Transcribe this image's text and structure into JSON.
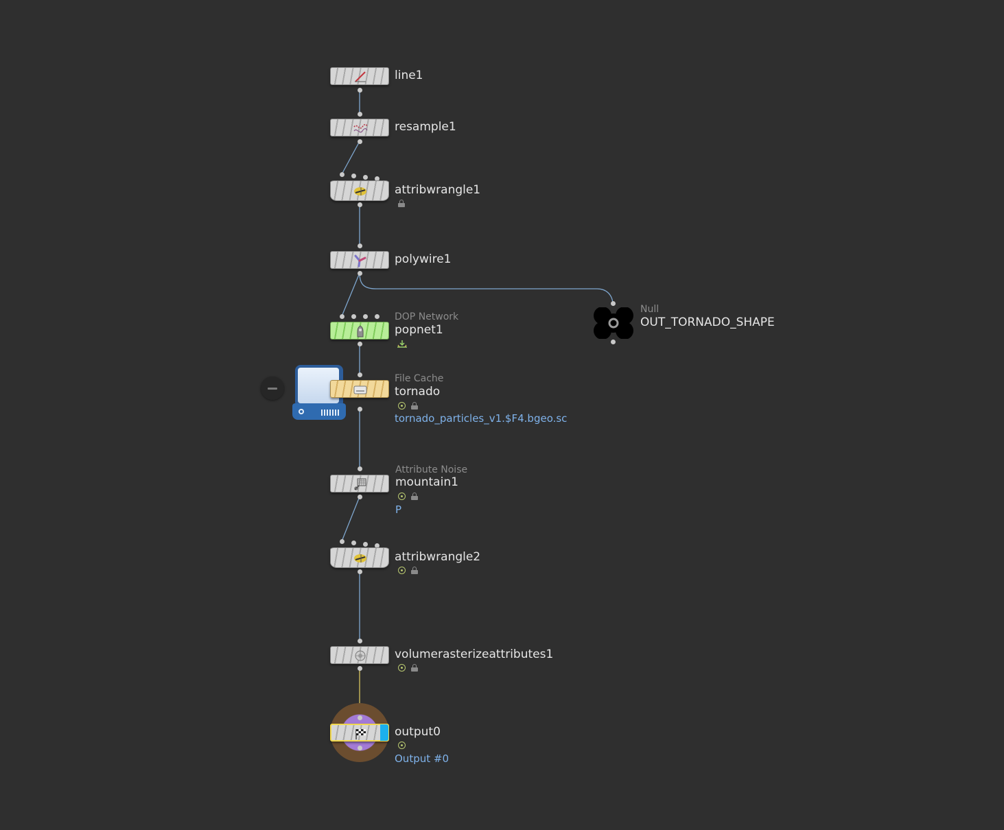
{
  "network": {
    "nodes": [
      {
        "name": "line1",
        "type_label": "",
        "icon": "line-icon",
        "color": "#d6d6d6"
      },
      {
        "name": "resample1",
        "type_label": "",
        "icon": "resample-icon",
        "color": "#d6d6d6"
      },
      {
        "name": "attribwrangle1",
        "type_label": "",
        "icon": "wrangle-icon",
        "color": "#d6d6d6",
        "flags": [
          "lock"
        ]
      },
      {
        "name": "polywire1",
        "type_label": "",
        "icon": "polywire-icon",
        "color": "#d6d6d6"
      },
      {
        "name": "popnet1",
        "type_label": "DOP Network",
        "icon": "dop-network-icon",
        "color": "#b8ee98",
        "flags": [
          "sim-cache"
        ]
      },
      {
        "name": "tornado",
        "type_label": "File Cache",
        "icon": "file-cache-icon",
        "color": "#f2d99b",
        "flags": [
          "display",
          "lock"
        ],
        "param": "tornado_particles_v1.$F4.bgeo.sc"
      },
      {
        "name": "mountain1",
        "type_label": "Attribute Noise",
        "icon": "noise-icon",
        "color": "#d6d6d6",
        "flags": [
          "display",
          "lock"
        ],
        "param": "P"
      },
      {
        "name": "attribwrangle2",
        "type_label": "",
        "icon": "wrangle-icon",
        "color": "#d6d6d6",
        "flags": [
          "display",
          "lock"
        ]
      },
      {
        "name": "volumerasterizeattributes1",
        "type_label": "",
        "icon": "volume-rasterize-icon",
        "color": "#d6d6d6",
        "flags": [
          "display",
          "lock"
        ]
      },
      {
        "name": "output0",
        "type_label": "",
        "icon": "output-icon",
        "color": "#d6d6d6",
        "flags": [
          "display"
        ],
        "param": "Output #0"
      }
    ],
    "null_node": {
      "name": "OUT_TORNADO_SHAPE",
      "type_label": "Null",
      "icon": "null-icon",
      "color": "#000000"
    },
    "accent_colors": {
      "wire": "#7fa7cf",
      "selected_wire": "#d8c560",
      "display_flag": "#1cb0ec",
      "output_outline": "#f1d84e"
    }
  }
}
